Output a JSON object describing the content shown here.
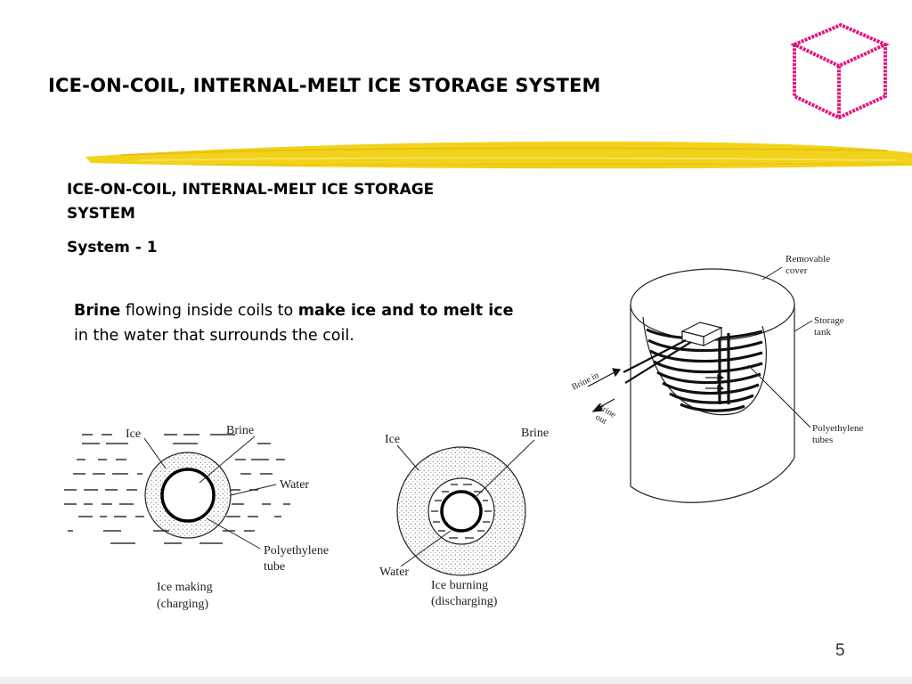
{
  "slide": {
    "title": "ICE-ON-COIL, INTERNAL-MELT ICE STORAGE SYSTEM",
    "subtitle": "ICE-ON-COIL, INTERNAL-MELT ICE STORAGE SYSTEM",
    "system_label": "System - 1",
    "description": {
      "part1_bold": "Brine",
      "part2": " flowing inside coils to ",
      "part3_bold": "make ice and to melt ice",
      "part4": " in the water that surrounds the coil."
    },
    "page_number": "5",
    "accent_color": "#e0167f",
    "brush_color": "#f2d21a"
  },
  "figure_ice_making": {
    "label_ice": "Ice",
    "label_brine": "Brine",
    "label_water": "Water",
    "label_tube_1": "Polyethylene",
    "label_tube_2": "tube",
    "caption_1": "Ice making",
    "caption_2": "(charging)"
  },
  "figure_ice_burning": {
    "label_ice": "Ice",
    "label_brine": "Brine",
    "label_water": "Water",
    "caption_1": "Ice burning",
    "caption_2": "(discharging)"
  },
  "figure_tank": {
    "label_cover_1": "Removable",
    "label_cover_2": "cover",
    "label_tank_1": "Storage",
    "label_tank_2": "tank",
    "label_tubes_1": "Polyethylene",
    "label_tubes_2": "tubes",
    "label_brine_in": "Brine in",
    "label_brine_out_1": "Brine",
    "label_brine_out_2": "out"
  }
}
